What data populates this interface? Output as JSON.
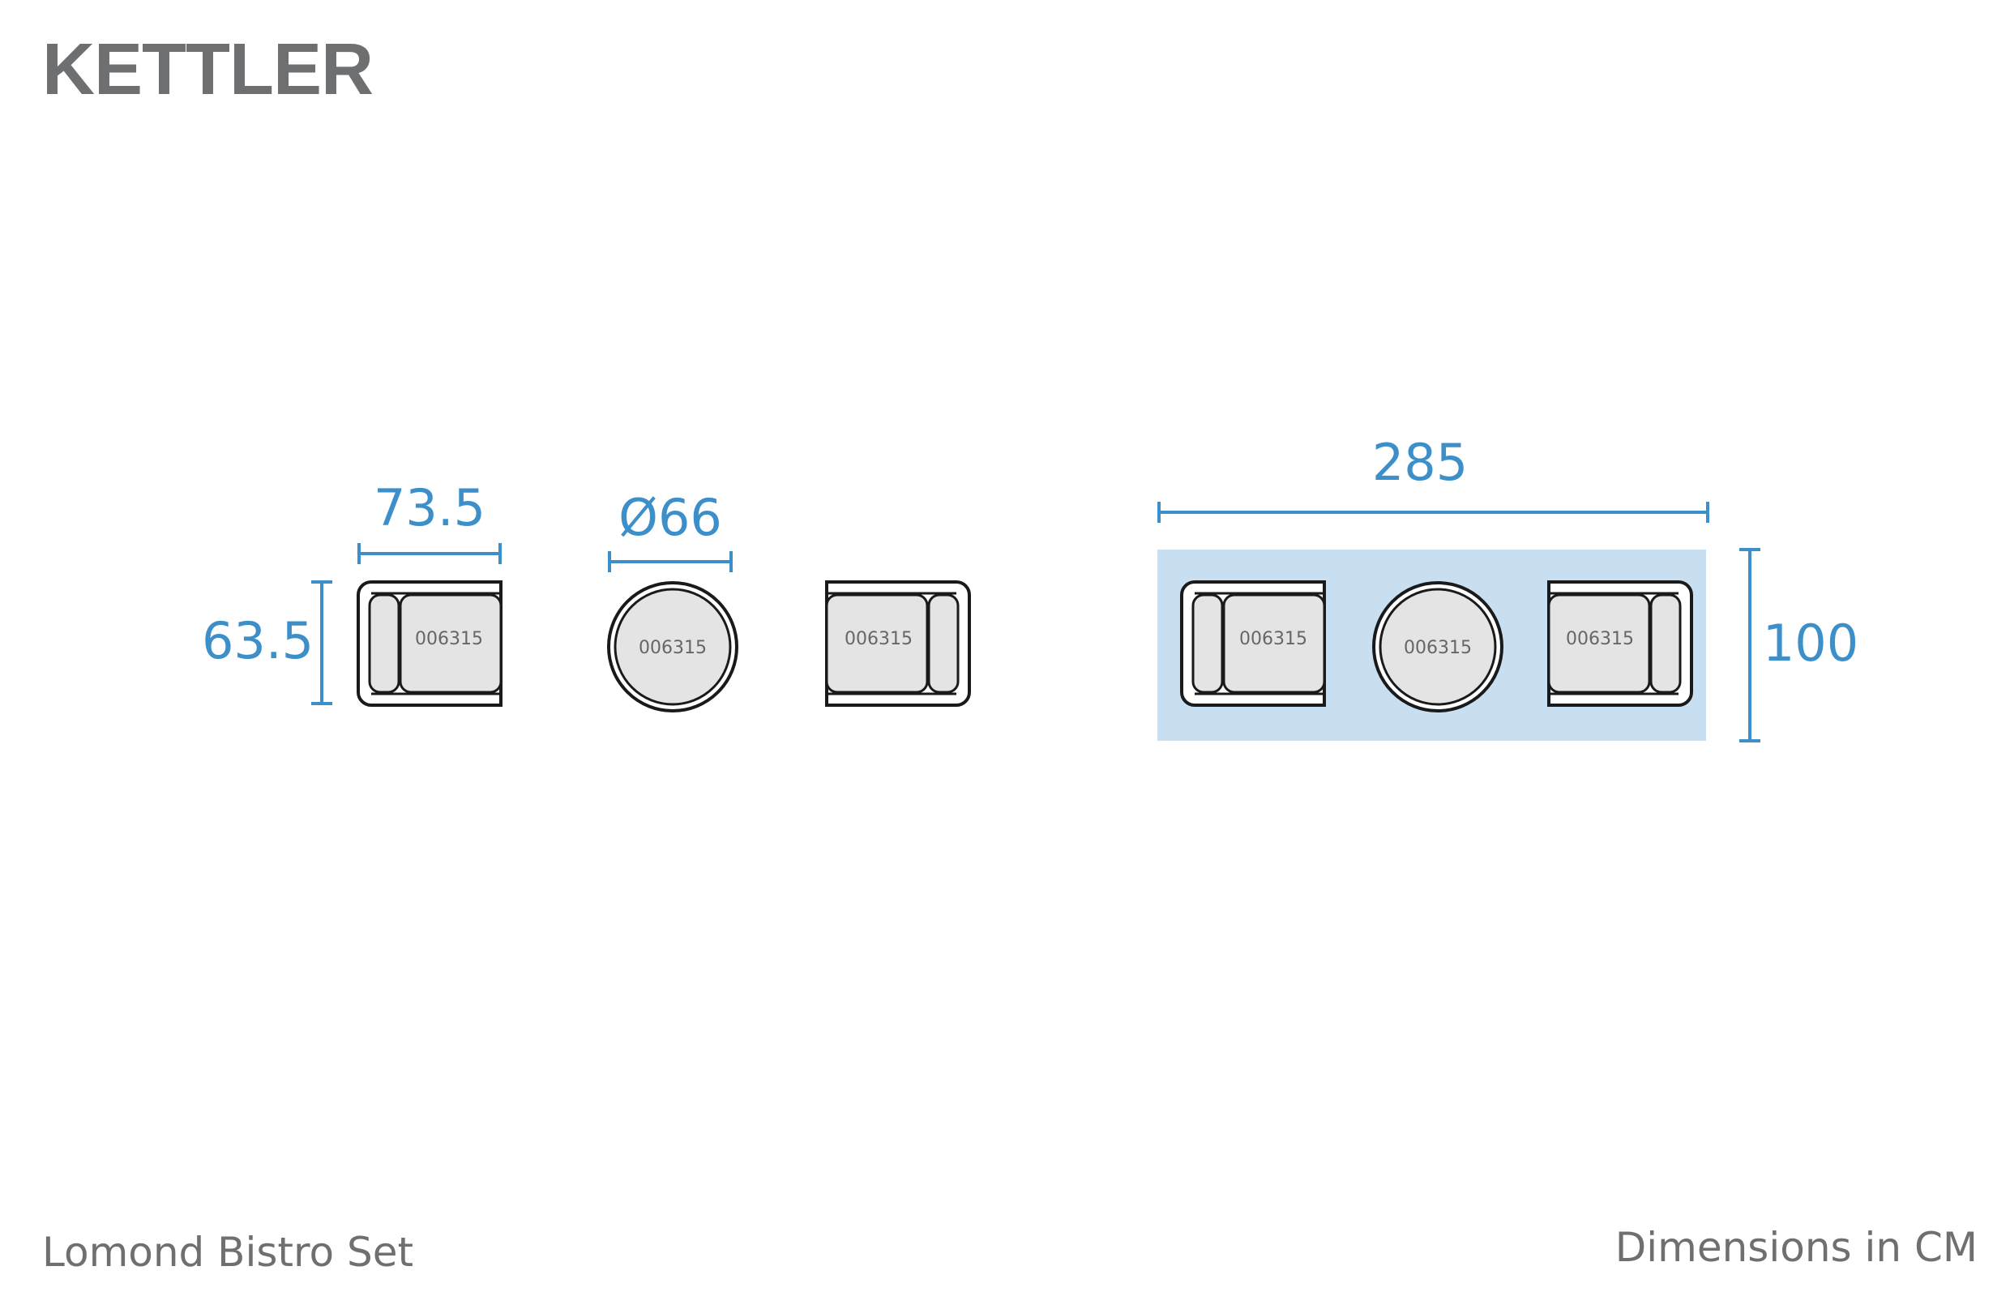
{
  "brand": {
    "logo_text": "KETTLER"
  },
  "diagram": {
    "product_name": "Lomond Bistro Set",
    "units_note": "Dimensions in CM",
    "item_code": "006315",
    "dimensions": {
      "chair_width": "73.5",
      "chair_depth": "63.5",
      "table_diameter": "Ø66",
      "set_length": "285",
      "set_depth": "100"
    }
  },
  "colors": {
    "dimension": "#3d8fc9",
    "footprint_fill": "#c7dff0",
    "outline": "#1a1a1a",
    "cushion_fill": "#e4e4e4",
    "logo": "#6e6f71",
    "caption": "#6e6f71"
  }
}
